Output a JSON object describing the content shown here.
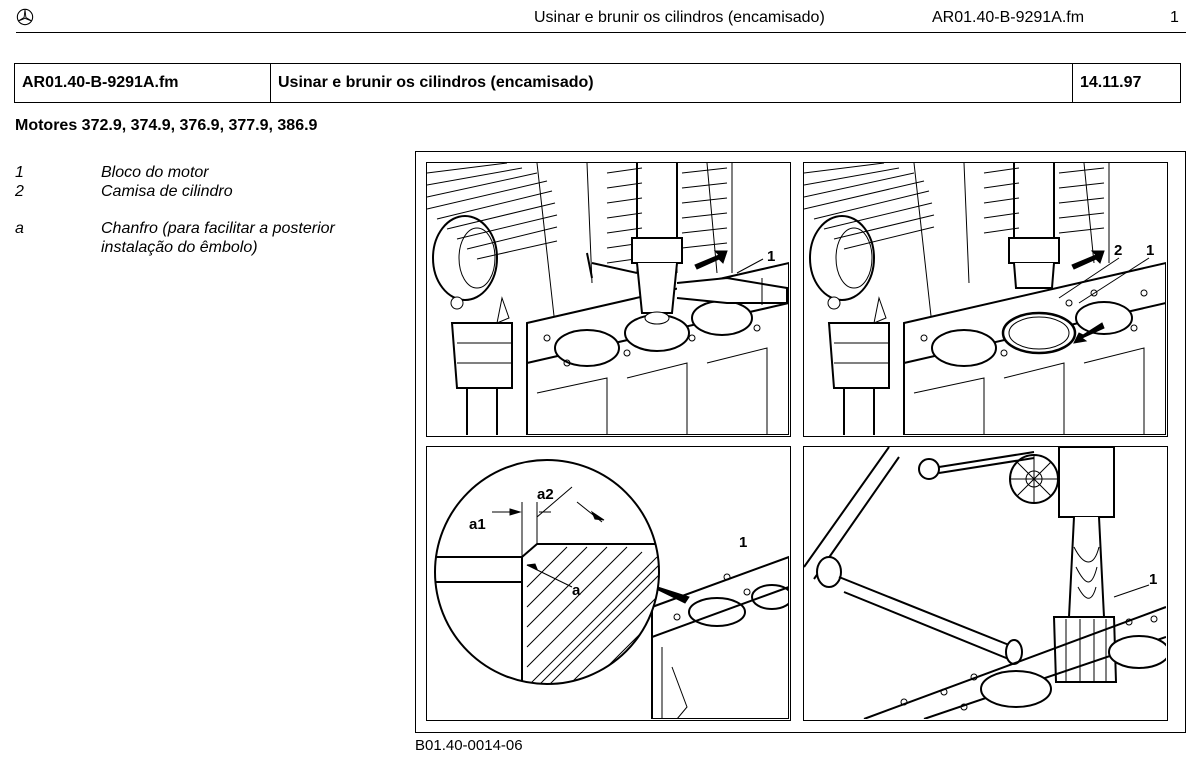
{
  "header": {
    "title": "Usinar e brunir os cilindros (encamisado)",
    "doc_id": "AR01.40-B-9291A.fm",
    "page": "1"
  },
  "info_table": {
    "doc": "AR01.40-B-9291A.fm",
    "title": "Usinar e brunir os cilindros (encamisado)",
    "date": "14.11.97"
  },
  "engines": "Motores 372.9, 374.9, 376.9, 377.9, 386.9",
  "legend": [
    {
      "key": "1",
      "text": "Bloco do motor"
    },
    {
      "key": "2",
      "text": "Camisa de cilindro"
    },
    {
      "key": "a",
      "text": "Chanfro (para facilitar a posterior instalação do êmbolo)"
    }
  ],
  "figure": {
    "panel1_label": "1",
    "panel2_label_a": "2",
    "panel2_label_b": "1",
    "panel3_a1": "a1",
    "panel3_a2": "a2",
    "panel3_a": "a",
    "panel3_1": "1",
    "panel4_1": "1",
    "id": "B01.40-0014-06"
  }
}
